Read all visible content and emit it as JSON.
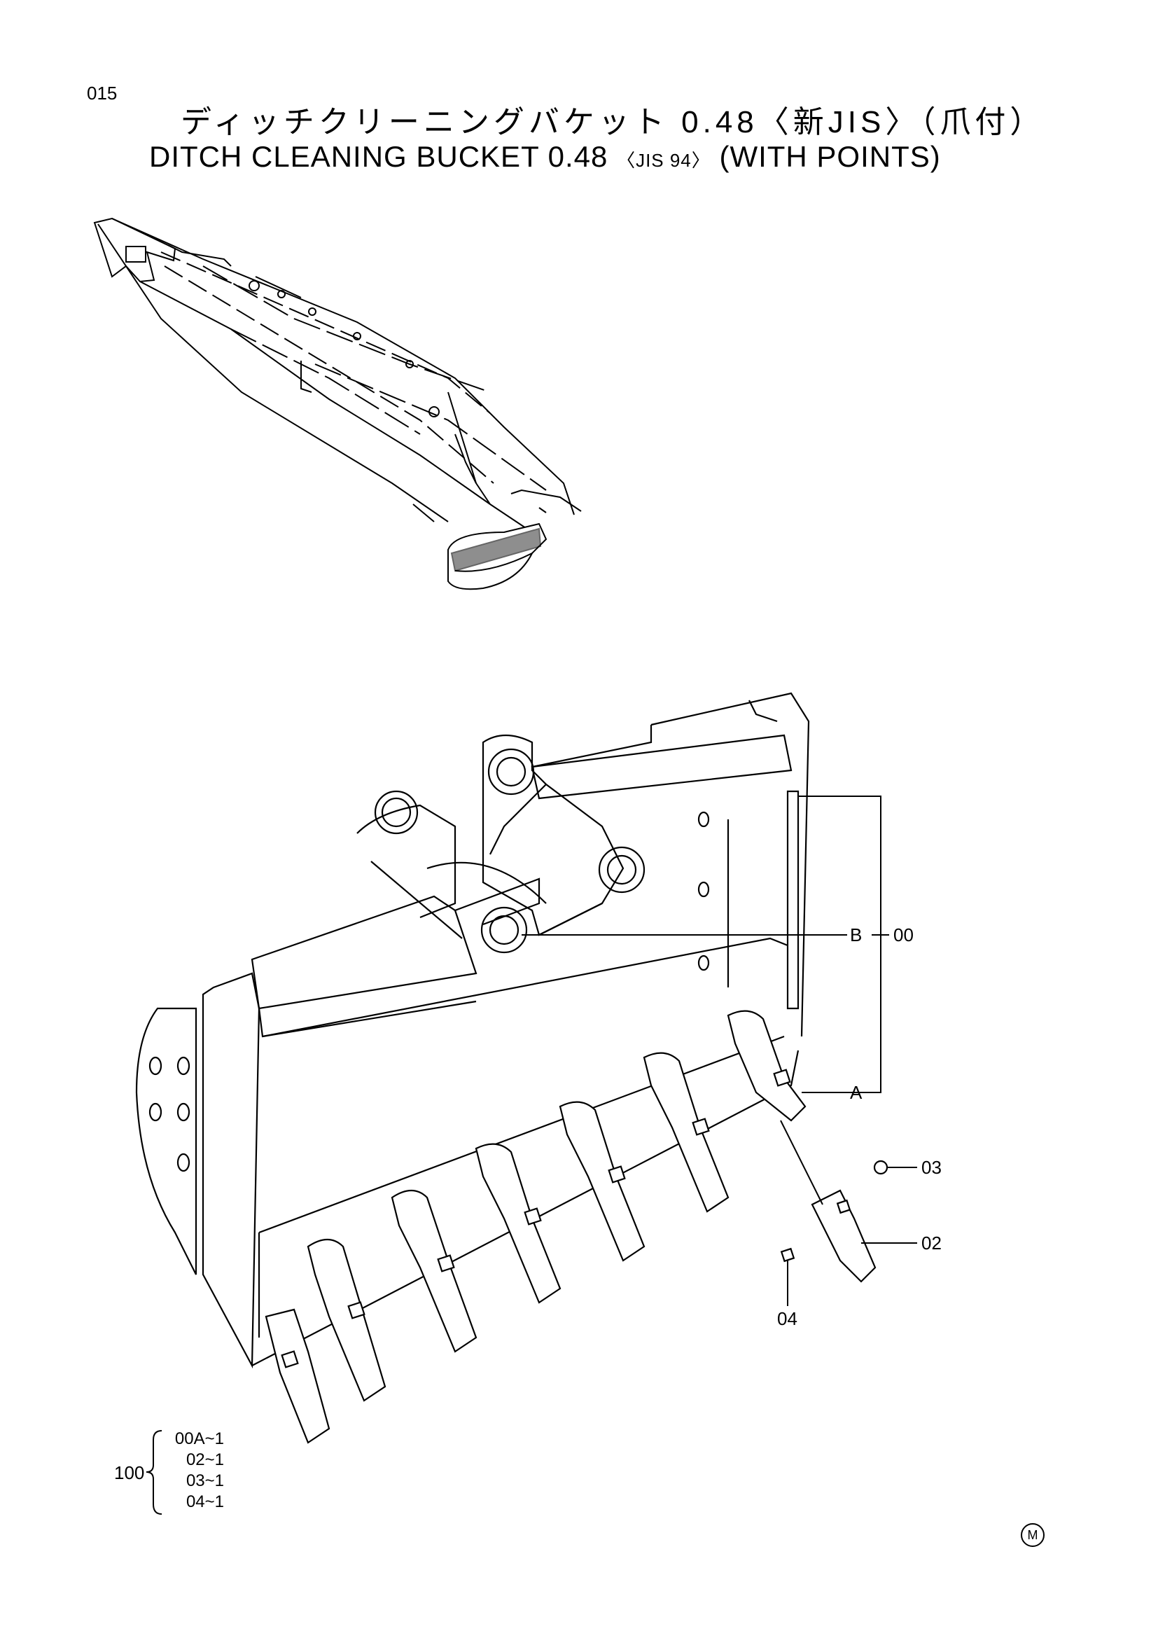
{
  "page_number": "015",
  "title_jp": "ディッチクリーニングバケット 0.48〈新JIS〉（爪付）",
  "title_en_main": "DITCH CLEANING BUCKET 0.48",
  "title_en_std": "〈JIS 94〉",
  "title_en_suffix": "(WITH POINTS)",
  "callouts": {
    "b": "B",
    "a": "A",
    "p00": "00",
    "p03": "03",
    "p02": "02",
    "p04": "04"
  },
  "kit": {
    "number": "100",
    "items": [
      "00A~1",
      "02~1",
      "03~1",
      "04~1"
    ]
  },
  "manufacturer_mark": "M"
}
